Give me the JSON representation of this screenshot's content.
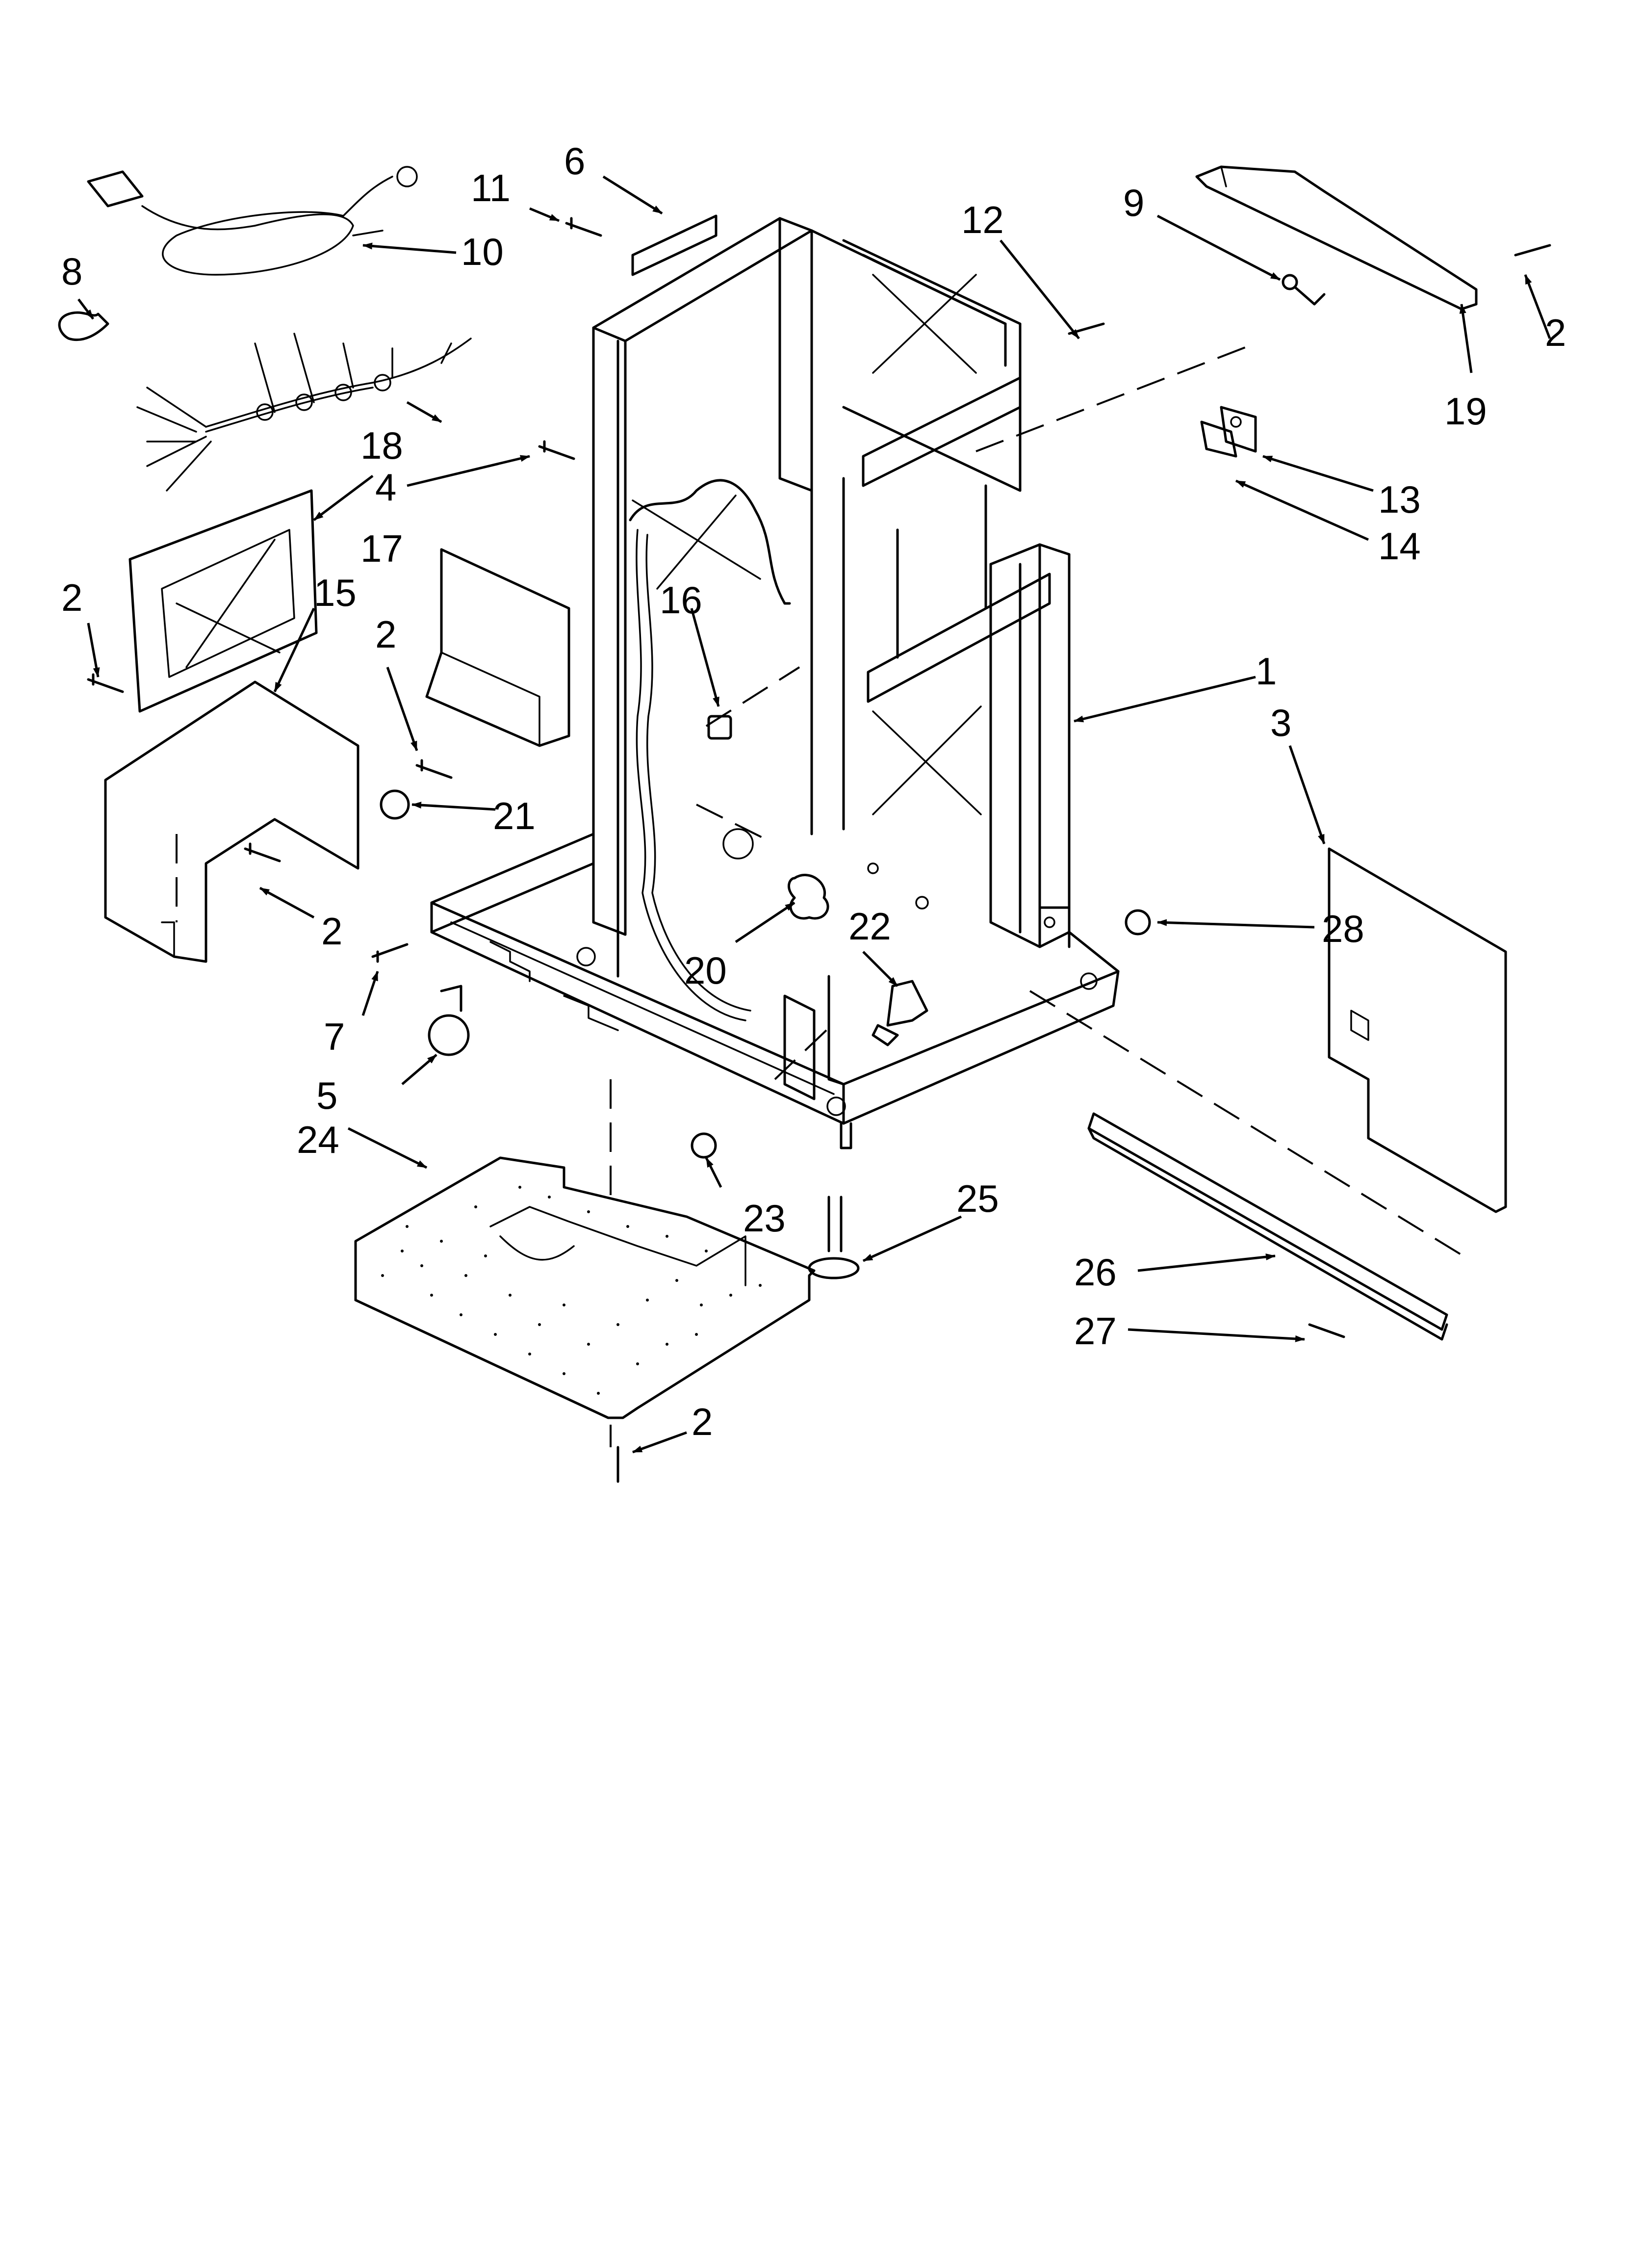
{
  "diagram": {
    "description_free": true,
    "callouts": [
      {
        "id": "c1",
        "label": "1"
      },
      {
        "id": "c2a",
        "label": "2"
      },
      {
        "id": "c2b",
        "label": "2"
      },
      {
        "id": "c2c",
        "label": "2"
      },
      {
        "id": "c2d",
        "label": "2"
      },
      {
        "id": "c2e",
        "label": "2"
      },
      {
        "id": "c3",
        "label": "3"
      },
      {
        "id": "c4",
        "label": "4"
      },
      {
        "id": "c5",
        "label": "5"
      },
      {
        "id": "c6",
        "label": "6"
      },
      {
        "id": "c7",
        "label": "7"
      },
      {
        "id": "c8",
        "label": "8"
      },
      {
        "id": "c9",
        "label": "9"
      },
      {
        "id": "c10",
        "label": "10"
      },
      {
        "id": "c11",
        "label": "11"
      },
      {
        "id": "c12",
        "label": "12"
      },
      {
        "id": "c13",
        "label": "13"
      },
      {
        "id": "c14",
        "label": "14"
      },
      {
        "id": "c15",
        "label": "15"
      },
      {
        "id": "c16",
        "label": "16"
      },
      {
        "id": "c17",
        "label": "17"
      },
      {
        "id": "c18",
        "label": "18"
      },
      {
        "id": "c19",
        "label": "19"
      },
      {
        "id": "c20",
        "label": "20"
      },
      {
        "id": "c21",
        "label": "21"
      },
      {
        "id": "c22",
        "label": "22"
      },
      {
        "id": "c23",
        "label": "23"
      },
      {
        "id": "c24",
        "label": "24"
      },
      {
        "id": "c25",
        "label": "25"
      },
      {
        "id": "c26",
        "label": "26"
      },
      {
        "id": "c27",
        "label": "27"
      },
      {
        "id": "c28",
        "label": "28"
      }
    ]
  }
}
